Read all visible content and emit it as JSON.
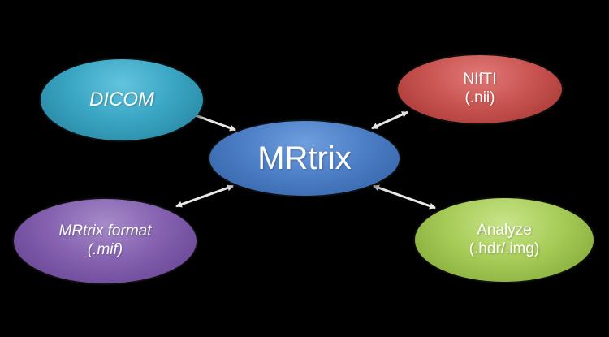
{
  "colors": {
    "background": "#000000",
    "arrow": "#e8e8e8",
    "dicom": "#3aa6c4",
    "mrtrix": "#4d7fc7",
    "nifti": "#c95552",
    "mif": "#8561b0",
    "analyze": "#a7cc58"
  },
  "nodes": {
    "dicom": {
      "line1": "DICOM"
    },
    "mrtrix": {
      "line1": "MRtrix"
    },
    "nifti": {
      "line1": "NIfTI",
      "line2": "(.nii)"
    },
    "mif": {
      "line1": "MRtrix format",
      "line2": "(.mif)"
    },
    "analyze": {
      "line1": "Analyze",
      "line2": "(.hdr/.img)"
    }
  },
  "edges": [
    {
      "from": "dicom",
      "to": "mrtrix",
      "direction": "one-way"
    },
    {
      "from": "nifti",
      "to": "mrtrix",
      "direction": "two-way"
    },
    {
      "from": "mif",
      "to": "mrtrix",
      "direction": "two-way"
    },
    {
      "from": "analyze",
      "to": "mrtrix",
      "direction": "two-way"
    }
  ]
}
